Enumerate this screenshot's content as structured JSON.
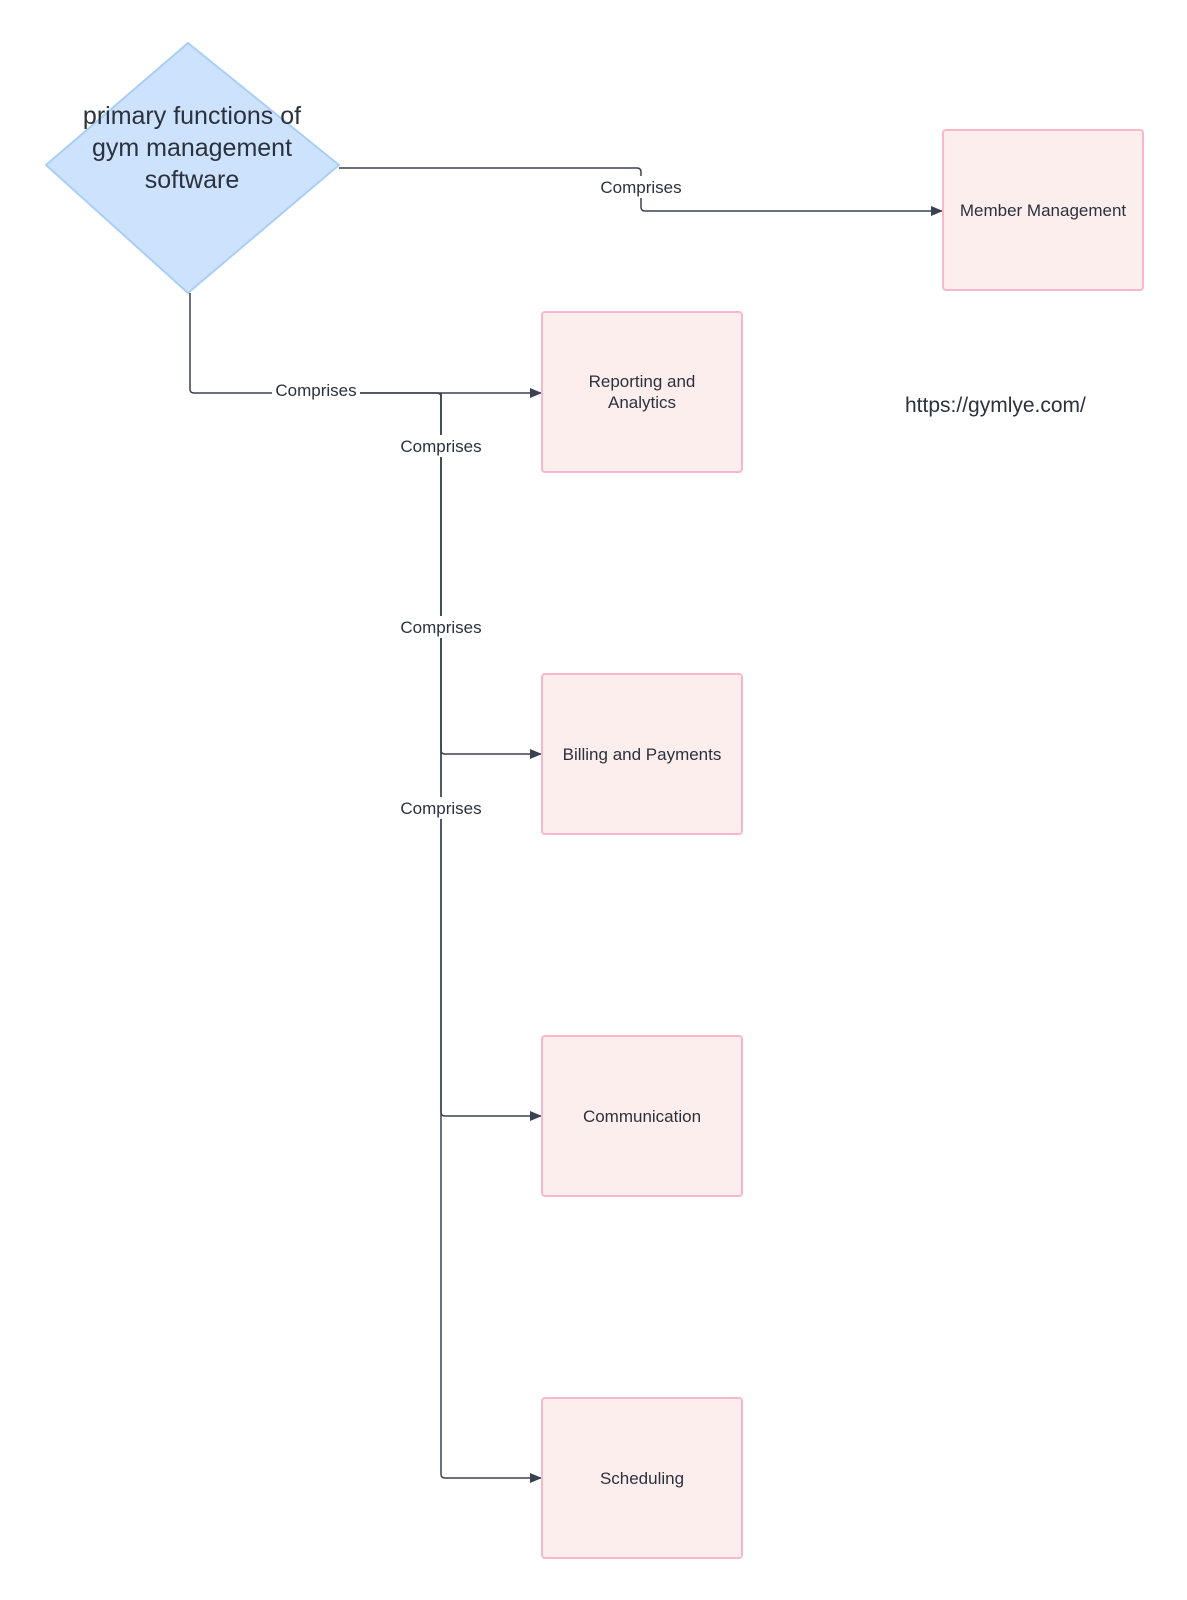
{
  "decision": {
    "label": "primary functions of gym management software"
  },
  "nodes": {
    "member_management": "Member Management",
    "reporting_analytics": "Reporting and Analytics",
    "billing_payments": "Billing and Payments",
    "communication": "Communication",
    "scheduling": "Scheduling"
  },
  "edge_labels": {
    "to_member_management": "Comprises",
    "to_reporting": "Comprises",
    "to_billing": "Comprises",
    "to_communication": "Comprises",
    "to_scheduling": "Comprises"
  },
  "url_text": "https://gymlye.com/",
  "colors": {
    "decision_fill": "#cce2fd",
    "decision_stroke": "#a9cff7",
    "box_fill": "#fdeeee",
    "box_stroke": "#f8b7cf",
    "edge": "#3a4150",
    "text": "#2b313d"
  }
}
